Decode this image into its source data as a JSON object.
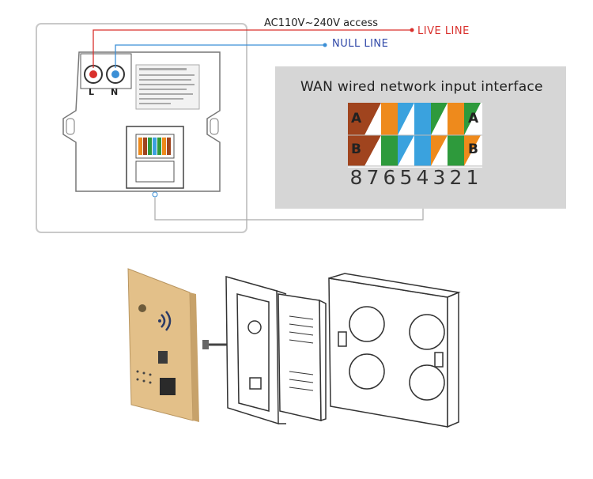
{
  "labels": {
    "supply": "AC110V~240V access",
    "live": "LIVE LINE",
    "null": "NULL LINE",
    "wan_title": "WAN wired network input interface",
    "terminal_l": "L",
    "terminal_n": "N"
  },
  "wiring": {
    "row_a_label": "A",
    "row_b_label": "B",
    "pins": [
      "8",
      "7",
      "6",
      "5",
      "4",
      "3",
      "2",
      "1"
    ]
  },
  "colors": {
    "live": "#d9302c",
    "null": "#3b8fd6",
    "brown": "#a0441e",
    "orange": "#ee8a1c",
    "green": "#2e9a3c",
    "blue": "#3aa2de",
    "panel_gray": "#d6d6d6",
    "gold": "#e3c089"
  }
}
